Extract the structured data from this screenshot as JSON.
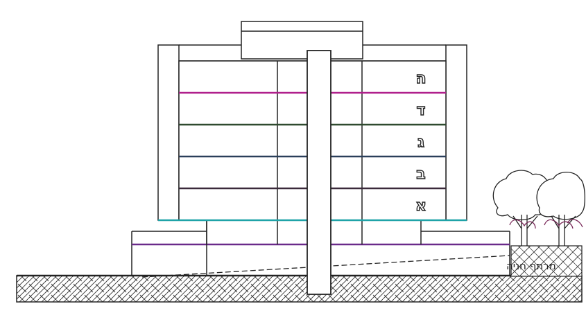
{
  "floors": [
    {
      "label": "ה"
    },
    {
      "label": "ד"
    },
    {
      "label": "ג"
    },
    {
      "label": "ב"
    },
    {
      "label": "א"
    }
  ],
  "basement": {
    "label": "מרתף חניה"
  },
  "colors": {
    "line": "#222222",
    "accent_magenta": "#b0208c",
    "accent_green": "#2f6b2f",
    "accent_cyan": "#1fa3a8",
    "accent_purple": "#6a2a8a"
  }
}
